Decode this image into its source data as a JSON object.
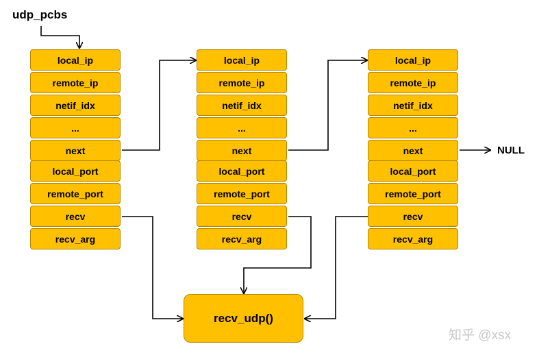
{
  "head_label": "udp_pcbs",
  "pcb_fields": [
    "local_ip",
    "remote_ip",
    "netif_idx",
    "...",
    "next",
    "local_port",
    "remote_port",
    "recv",
    "recv_arg"
  ],
  "pcbs": [
    {
      "fields": [
        "local_ip",
        "remote_ip",
        "netif_idx",
        "...",
        "next",
        "local_port",
        "remote_port",
        "recv",
        "recv_arg"
      ]
    },
    {
      "fields": [
        "local_ip",
        "remote_ip",
        "netif_idx",
        "...",
        "next",
        "local_port",
        "remote_port",
        "recv",
        "recv_arg"
      ]
    },
    {
      "fields": [
        "local_ip",
        "remote_ip",
        "netif_idx",
        "...",
        "next",
        "local_port",
        "remote_port",
        "recv",
        "recv_arg"
      ]
    }
  ],
  "callback_label": "recv_udp()",
  "null_label": "NULL",
  "watermark": "知乎 @xsx",
  "colors": {
    "box_fill": "#ffc000",
    "box_border": "#b38600",
    "line": "#000000"
  }
}
